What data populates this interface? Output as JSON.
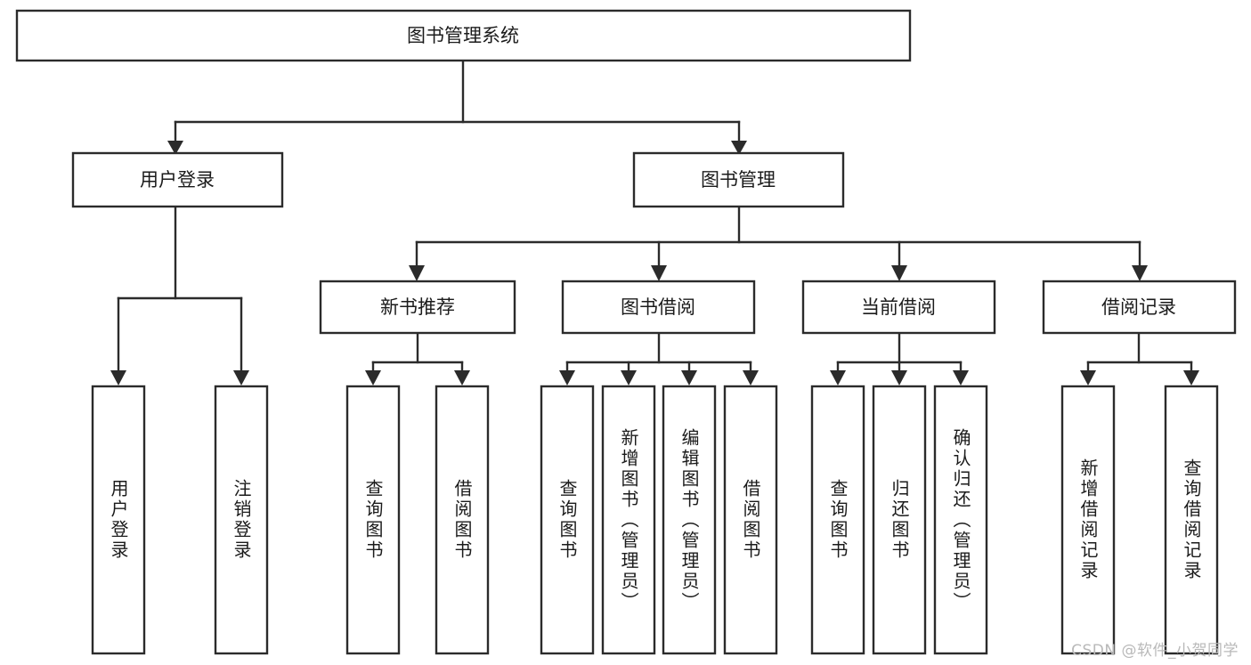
{
  "diagram": {
    "type": "tree-hierarchy",
    "title": "图书管理系统",
    "orientation": "top-down",
    "watermark": "CSDN @软件_小贺同学",
    "colors": {
      "box_fill": "#ffffff",
      "box_stroke": "#2b2b2b",
      "text": "#1b1b1b",
      "watermark": "#b9b9b9",
      "background": "#ffffff"
    },
    "levels": {
      "level1": [
        "图书管理系统"
      ],
      "level2": [
        "用户登录",
        "图书管理"
      ],
      "level3": [
        "新书推荐",
        "图书借阅",
        "当前借阅",
        "借阅记录"
      ],
      "level4": [
        "用户登录",
        "注销登录",
        "查询图书",
        "借阅图书",
        "查询图书",
        "新增图书（管理员）",
        "编辑图书（管理员）",
        "借阅图书",
        "查询图书",
        "归还图书",
        "确认归还（管理员）",
        "新增借阅记录",
        "查询借阅记录"
      ]
    },
    "nodes": {
      "root": {
        "label": "图书管理系统"
      },
      "user_login": {
        "label": "用户登录"
      },
      "book_manage": {
        "label": "图书管理"
      },
      "new_book_rec": {
        "label": "新书推荐"
      },
      "book_borrow": {
        "label": "图书借阅"
      },
      "current_borrow": {
        "label": "当前借阅"
      },
      "borrow_record": {
        "label": "借阅记录"
      },
      "leaf_user_login": {
        "label": "用户登录"
      },
      "leaf_logout": {
        "label": "注销登录"
      },
      "leaf_query_book_1": {
        "label": "查询图书"
      },
      "leaf_borrow_book_1": {
        "label": "借阅图书"
      },
      "leaf_query_book_2": {
        "label": "查询图书"
      },
      "leaf_add_book": {
        "label": "新增图书（管理员）"
      },
      "leaf_edit_book": {
        "label": "编辑图书（管理员）"
      },
      "leaf_borrow_book_2": {
        "label": "借阅图书"
      },
      "leaf_query_book_3": {
        "label": "查询图书"
      },
      "leaf_return_book": {
        "label": "归还图书"
      },
      "leaf_confirm_return": {
        "label": "确认归还（管理员）"
      },
      "leaf_add_record": {
        "label": "新增借阅记录"
      },
      "leaf_query_record": {
        "label": "查询借阅记录"
      }
    },
    "edges": [
      {
        "from": "图书管理系统",
        "to": "用户登录"
      },
      {
        "from": "图书管理系统",
        "to": "图书管理"
      },
      {
        "from": "用户登录",
        "to": "用户登录"
      },
      {
        "from": "用户登录",
        "to": "注销登录"
      },
      {
        "from": "图书管理",
        "to": "新书推荐"
      },
      {
        "from": "图书管理",
        "to": "图书借阅"
      },
      {
        "from": "图书管理",
        "to": "当前借阅"
      },
      {
        "from": "图书管理",
        "to": "借阅记录"
      },
      {
        "from": "新书推荐",
        "to": "查询图书"
      },
      {
        "from": "新书推荐",
        "to": "借阅图书"
      },
      {
        "from": "图书借阅",
        "to": "查询图书"
      },
      {
        "from": "图书借阅",
        "to": "新增图书（管理员）"
      },
      {
        "from": "图书借阅",
        "to": "编辑图书（管理员）"
      },
      {
        "from": "图书借阅",
        "to": "借阅图书"
      },
      {
        "from": "当前借阅",
        "to": "查询图书"
      },
      {
        "from": "当前借阅",
        "to": "归还图书"
      },
      {
        "from": "当前借阅",
        "to": "确认归还（管理员）"
      },
      {
        "from": "借阅记录",
        "to": "新增借阅记录"
      },
      {
        "from": "借阅记录",
        "to": "查询借阅记录"
      }
    ]
  }
}
